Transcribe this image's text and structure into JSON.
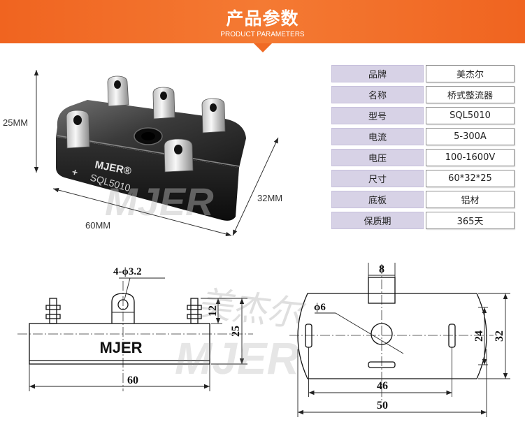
{
  "banner": {
    "title": "产品参数",
    "subtitle": "PRODUCT PARAMETERS"
  },
  "photo": {
    "dim_height": "25MM",
    "dim_length": "60MM",
    "dim_width": "32MM",
    "marking_brand": "MJER®",
    "marking_polarity": "+",
    "marking_model": "SQL5010",
    "watermark": "MJER"
  },
  "params": [
    {
      "label": "品牌",
      "value": "美杰尔"
    },
    {
      "label": "名称",
      "value": "桥式整流器"
    },
    {
      "label": "型号",
      "value": "SQL5010"
    },
    {
      "label": "电流",
      "value": "5-300A"
    },
    {
      "label": "电压",
      "value": "100-1600V"
    },
    {
      "label": "尺寸",
      "value": "60*32*25"
    },
    {
      "label": "底板",
      "value": "铝材"
    },
    {
      "label": "保质期",
      "value": "365天"
    }
  ],
  "side_view": {
    "hole_note": "4-ϕ3.2",
    "brand": "MJER",
    "dim_pin": "12",
    "dim_height": "25",
    "dim_length": "60"
  },
  "top_view": {
    "dim_tab": "8",
    "hole_note": "ϕ6",
    "dim_inner": "24",
    "dim_width": "32",
    "dim_pitch": "46",
    "dim_length": "50"
  },
  "watermarks": {
    "cn": "美杰尔",
    "en": "MJER"
  },
  "colors": {
    "banner": "#f06a24",
    "label_cell": "#d7d2e6",
    "value_border": "#8e8e8e",
    "body": "#1e1e1e",
    "terminal": "#d9d9d9"
  }
}
